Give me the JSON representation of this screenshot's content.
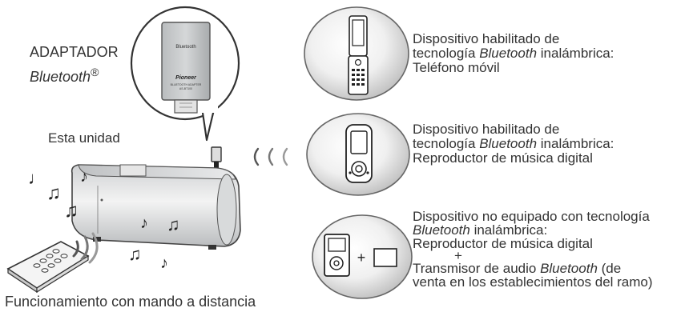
{
  "adapter": {
    "label_line1": "ADAPTADOR",
    "label_line2": "Bluetooth",
    "label_mark": "®",
    "device_brand": "Bluetooth",
    "device_maker": "Pioneer",
    "device_model_line1": "BLUETOOTH ADAPTER",
    "device_model_line2": "AS-BT100"
  },
  "unit": {
    "label": "Esta unidad"
  },
  "remote": {
    "label": "Funcionamiento con mando a distancia"
  },
  "devices": [
    {
      "line1": "Dispositivo habilitado de",
      "line2_pre": "tecnología ",
      "line2_em": "Bluetooth",
      "line2_post": " inalámbrica:",
      "line3": "Teléfono móvil",
      "icon": "mobile-phone-icon"
    },
    {
      "line1": "Dispositivo habilitado de",
      "line2_pre": "tecnología ",
      "line2_em": "Bluetooth",
      "line2_post": " inalámbrica:",
      "line3": "Reproductor de música digital",
      "icon": "music-player-icon"
    },
    {
      "line1": "Dispositivo no equipado con tecnología",
      "line2_em": "Bluetooth",
      "line2_post": " inalámbrica:",
      "line3": "Reproductor de música digital",
      "plus": "+",
      "line4_pre": "Transmisor de audio ",
      "line4_em": "Bluetooth",
      "line4_post": " (de",
      "line5": "venta en los establecimientos del ramo)",
      "icon": "music-player-with-transmitter-icon"
    }
  ],
  "plus_sign": "+"
}
